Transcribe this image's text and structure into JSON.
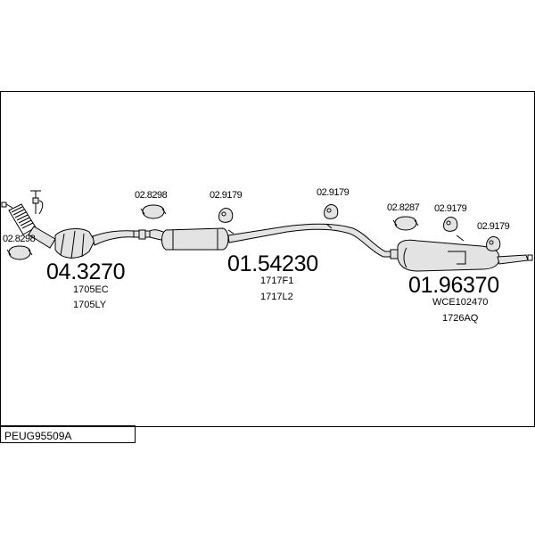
{
  "reference": "PEUG95509A",
  "parts": {
    "cat_converter": {
      "code": "04.3270",
      "sub": [
        "1705EC",
        "1705LY"
      ]
    },
    "middle_silencer": {
      "code": "01.54230",
      "sub": [
        "1717F1",
        "1717L2"
      ]
    },
    "rear_silencer": {
      "code": "01.96370",
      "sub": [
        "WCE102470",
        "1726AQ"
      ]
    }
  },
  "fittings": {
    "gasket_left": "02.8298",
    "clamp_middle": "02.8298",
    "hanger_1": "02.9179",
    "hanger_2": "02.9179",
    "clamp_rear": "02.8287",
    "hanger_3": "02.9179",
    "hanger_4": "02.9179"
  },
  "colors": {
    "line": "#000000",
    "fill": "#e3e3e3",
    "background": "#ffffff"
  }
}
